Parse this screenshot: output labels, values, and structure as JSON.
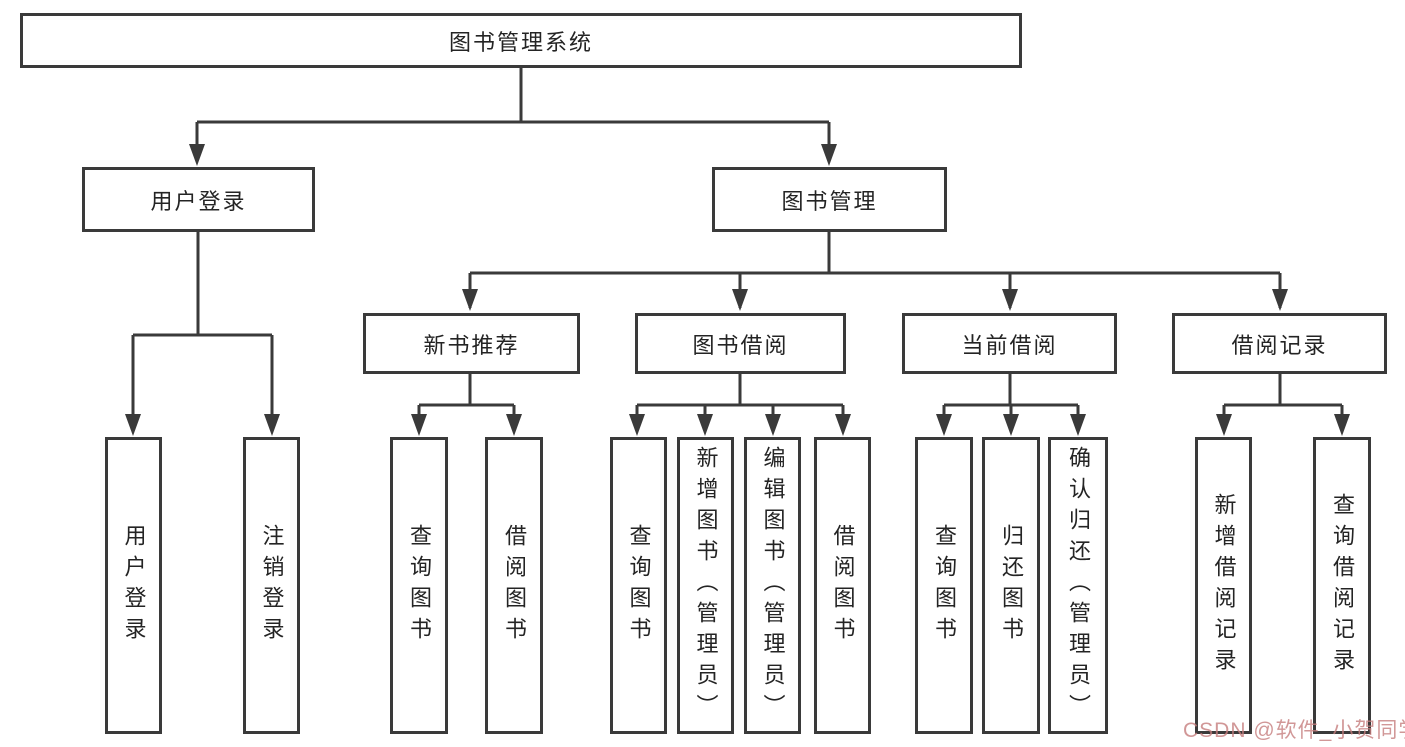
{
  "watermark": {
    "text": "CSDN @软件_小贺同学"
  },
  "colors": {
    "line": "#3a3a3a",
    "text": "#242424",
    "watermark": "rgba(197,125,125,0.8)",
    "background": "#ffffff"
  },
  "tree": {
    "root": {
      "label": "图书管理系统"
    },
    "branches": [
      {
        "label": "用户登录",
        "leaves": [
          "用户登录",
          "注销登录"
        ]
      },
      {
        "label": "图书管理",
        "children": [
          {
            "label": "新书推荐",
            "leaves": [
              "查询图书",
              "借阅图书"
            ]
          },
          {
            "label": "图书借阅",
            "leaves": [
              "查询图书",
              "新增图书（管理员）",
              "编辑图书（管理员）",
              "借阅图书"
            ]
          },
          {
            "label": "当前借阅",
            "leaves": [
              "查询图书",
              "归还图书",
              "确认归还（管理员）"
            ]
          },
          {
            "label": "借阅记录",
            "leaves": [
              "新增借阅记录",
              "查询借阅记录"
            ]
          }
        ]
      }
    ]
  }
}
